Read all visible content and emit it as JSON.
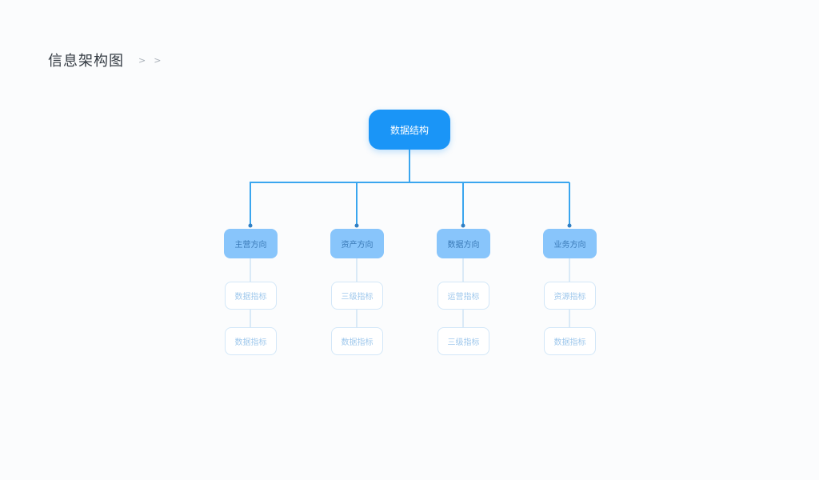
{
  "header": {
    "title": "信息架构图",
    "chevrons": [
      ">",
      ">"
    ]
  },
  "diagram": {
    "root": {
      "label": "数据结构"
    },
    "branches": [
      {
        "label": "主营方向",
        "children": [
          "数据指标",
          "数据指标"
        ]
      },
      {
        "label": "资产方向",
        "children": [
          "三级指标",
          "数据指标"
        ]
      },
      {
        "label": "数据方向",
        "children": [
          "运营指标",
          "三级指标"
        ]
      },
      {
        "label": "业务方向",
        "children": [
          "资源指标",
          "数据指标"
        ]
      }
    ]
  },
  "colors": {
    "root": "#1a95f7",
    "branch": "#88c5fb",
    "connector_main": "#3aa6ef",
    "connector_sub": "#cfe4f5"
  }
}
